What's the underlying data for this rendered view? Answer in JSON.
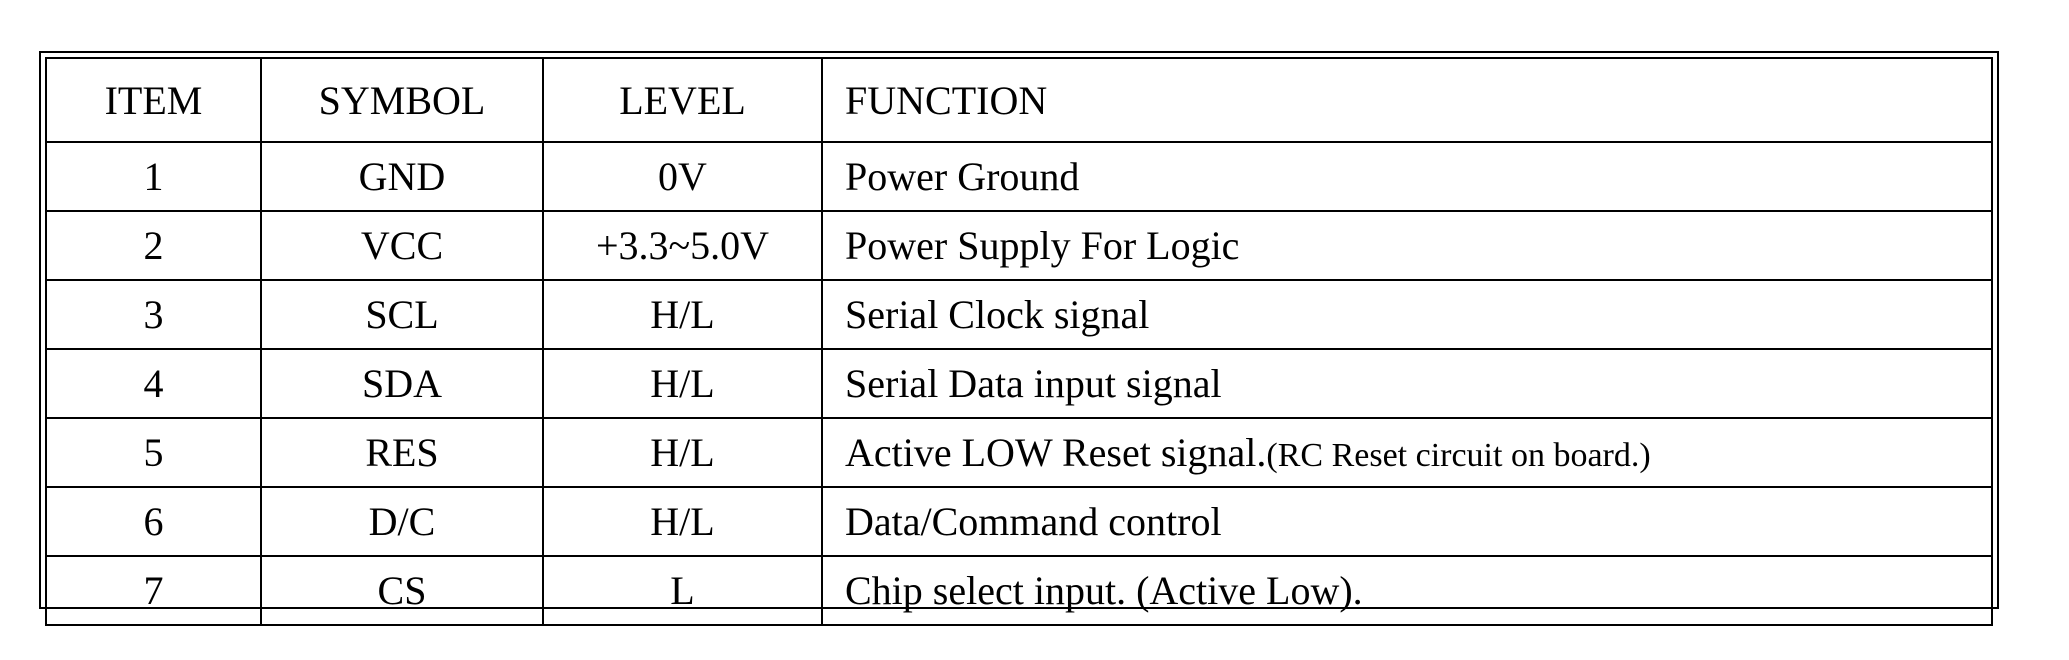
{
  "table": {
    "headers": {
      "item": "ITEM",
      "symbol": "SYMBOL",
      "level": "LEVEL",
      "function": "FUNCTION"
    },
    "rows": [
      {
        "item": "1",
        "symbol": "GND",
        "level": "0V",
        "function": "Power Ground",
        "note": ""
      },
      {
        "item": "2",
        "symbol": "VCC",
        "level": "+3.3~5.0V",
        "function": "Power Supply For Logic",
        "note": ""
      },
      {
        "item": "3",
        "symbol": "SCL",
        "level": "H/L",
        "function": "Serial Clock signal",
        "note": ""
      },
      {
        "item": "4",
        "symbol": "SDA",
        "level": "H/L",
        "function": "Serial Data input signal",
        "note": ""
      },
      {
        "item": "5",
        "symbol": "RES",
        "level": "H/L",
        "function": "Active LOW Reset signal.",
        "note": "(RC Reset circuit on board.)"
      },
      {
        "item": "6",
        "symbol": "D/C",
        "level": "H/L",
        "function": "Data/Command control",
        "note": ""
      },
      {
        "item": "7",
        "symbol": "CS",
        "level": "L",
        "function": "Chip select input. (Active Low).",
        "note": ""
      }
    ]
  }
}
